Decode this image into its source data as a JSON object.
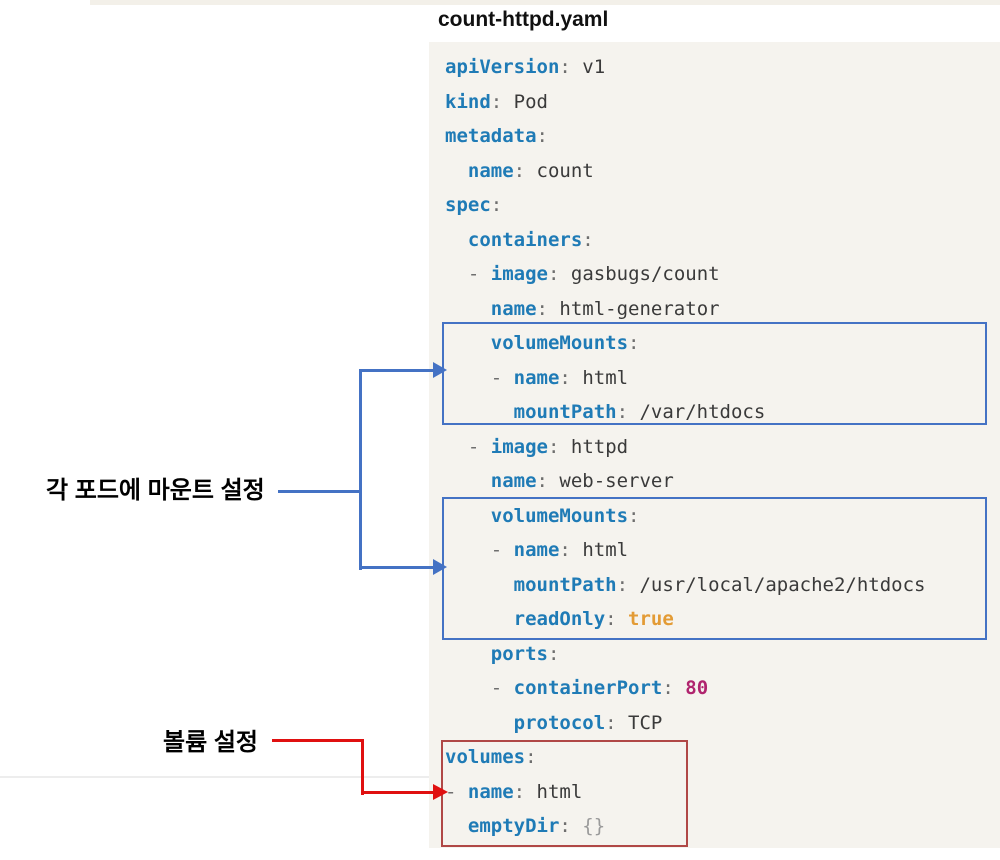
{
  "title": "count-httpd.yaml",
  "annotations": {
    "mount_label": "각 포드에 마운트 설정",
    "volume_label": "볼륨 설정"
  },
  "colors": {
    "key": "#1f7bb6",
    "value": "#3a3a3a",
    "punctuation": "#6e6e6e",
    "boolean_true": "#e39b35",
    "number": "#b0246e",
    "brace": "#9a9a9a",
    "code_background": "#f5f3ee",
    "mount_box_border": "#4472c4",
    "volumes_box_border": "#b04846",
    "volumes_arrow": "#e01010"
  },
  "code": {
    "lines": [
      [
        {
          "c": "key",
          "t": "apiVersion"
        },
        {
          "c": "punc",
          "t": ": "
        },
        {
          "c": "val",
          "t": "v1"
        }
      ],
      [
        {
          "c": "key",
          "t": "kind"
        },
        {
          "c": "punc",
          "t": ": "
        },
        {
          "c": "val",
          "t": "Pod"
        }
      ],
      [
        {
          "c": "key",
          "t": "metadata"
        },
        {
          "c": "punc",
          "t": ":"
        }
      ],
      [
        {
          "c": "sp",
          "t": "  "
        },
        {
          "c": "key",
          "t": "name"
        },
        {
          "c": "punc",
          "t": ": "
        },
        {
          "c": "val",
          "t": "count"
        }
      ],
      [
        {
          "c": "key",
          "t": "spec"
        },
        {
          "c": "punc",
          "t": ":"
        }
      ],
      [
        {
          "c": "sp",
          "t": "  "
        },
        {
          "c": "key",
          "t": "containers"
        },
        {
          "c": "punc",
          "t": ":"
        }
      ],
      [
        {
          "c": "sp",
          "t": "  "
        },
        {
          "c": "punc",
          "t": "- "
        },
        {
          "c": "key",
          "t": "image"
        },
        {
          "c": "punc",
          "t": ": "
        },
        {
          "c": "val",
          "t": "gasbugs/count"
        }
      ],
      [
        {
          "c": "sp",
          "t": "    "
        },
        {
          "c": "key",
          "t": "name"
        },
        {
          "c": "punc",
          "t": ": "
        },
        {
          "c": "val",
          "t": "html-generator"
        }
      ],
      [
        {
          "c": "sp",
          "t": "    "
        },
        {
          "c": "key",
          "t": "volumeMounts"
        },
        {
          "c": "punc",
          "t": ":"
        }
      ],
      [
        {
          "c": "sp",
          "t": "    "
        },
        {
          "c": "punc",
          "t": "- "
        },
        {
          "c": "key",
          "t": "name"
        },
        {
          "c": "punc",
          "t": ": "
        },
        {
          "c": "val",
          "t": "html"
        }
      ],
      [
        {
          "c": "sp",
          "t": "      "
        },
        {
          "c": "key",
          "t": "mountPath"
        },
        {
          "c": "punc",
          "t": ": "
        },
        {
          "c": "val",
          "t": "/var/htdocs"
        }
      ],
      [
        {
          "c": "sp",
          "t": "  "
        },
        {
          "c": "punc",
          "t": "- "
        },
        {
          "c": "key",
          "t": "image"
        },
        {
          "c": "punc",
          "t": ": "
        },
        {
          "c": "val",
          "t": "httpd"
        }
      ],
      [
        {
          "c": "sp",
          "t": "    "
        },
        {
          "c": "key",
          "t": "name"
        },
        {
          "c": "punc",
          "t": ": "
        },
        {
          "c": "val",
          "t": "web-server"
        }
      ],
      [
        {
          "c": "sp",
          "t": "    "
        },
        {
          "c": "key",
          "t": "volumeMounts"
        },
        {
          "c": "punc",
          "t": ":"
        }
      ],
      [
        {
          "c": "sp",
          "t": "    "
        },
        {
          "c": "punc",
          "t": "- "
        },
        {
          "c": "key",
          "t": "name"
        },
        {
          "c": "punc",
          "t": ": "
        },
        {
          "c": "val",
          "t": "html"
        }
      ],
      [
        {
          "c": "sp",
          "t": "      "
        },
        {
          "c": "key",
          "t": "mountPath"
        },
        {
          "c": "punc",
          "t": ": "
        },
        {
          "c": "val",
          "t": "/usr/local/apache2/htdocs"
        }
      ],
      [
        {
          "c": "sp",
          "t": "      "
        },
        {
          "c": "key",
          "t": "readOnly"
        },
        {
          "c": "punc",
          "t": ": "
        },
        {
          "c": "bool",
          "t": "true"
        }
      ],
      [
        {
          "c": "sp",
          "t": "    "
        },
        {
          "c": "key",
          "t": "ports"
        },
        {
          "c": "punc",
          "t": ":"
        }
      ],
      [
        {
          "c": "sp",
          "t": "    "
        },
        {
          "c": "punc",
          "t": "- "
        },
        {
          "c": "key",
          "t": "containerPort"
        },
        {
          "c": "punc",
          "t": ": "
        },
        {
          "c": "num",
          "t": "80"
        }
      ],
      [
        {
          "c": "sp",
          "t": "      "
        },
        {
          "c": "key",
          "t": "protocol"
        },
        {
          "c": "punc",
          "t": ": "
        },
        {
          "c": "val",
          "t": "TCP"
        }
      ],
      [
        {
          "c": "key",
          "t": "volumes"
        },
        {
          "c": "punc",
          "t": ":"
        }
      ],
      [
        {
          "c": "punc",
          "t": "- "
        },
        {
          "c": "key",
          "t": "name"
        },
        {
          "c": "punc",
          "t": ": "
        },
        {
          "c": "val",
          "t": "html"
        }
      ],
      [
        {
          "c": "sp",
          "t": "  "
        },
        {
          "c": "key",
          "t": "emptyDir"
        },
        {
          "c": "punc",
          "t": ": "
        },
        {
          "c": "brace",
          "t": "{}"
        }
      ]
    ]
  }
}
